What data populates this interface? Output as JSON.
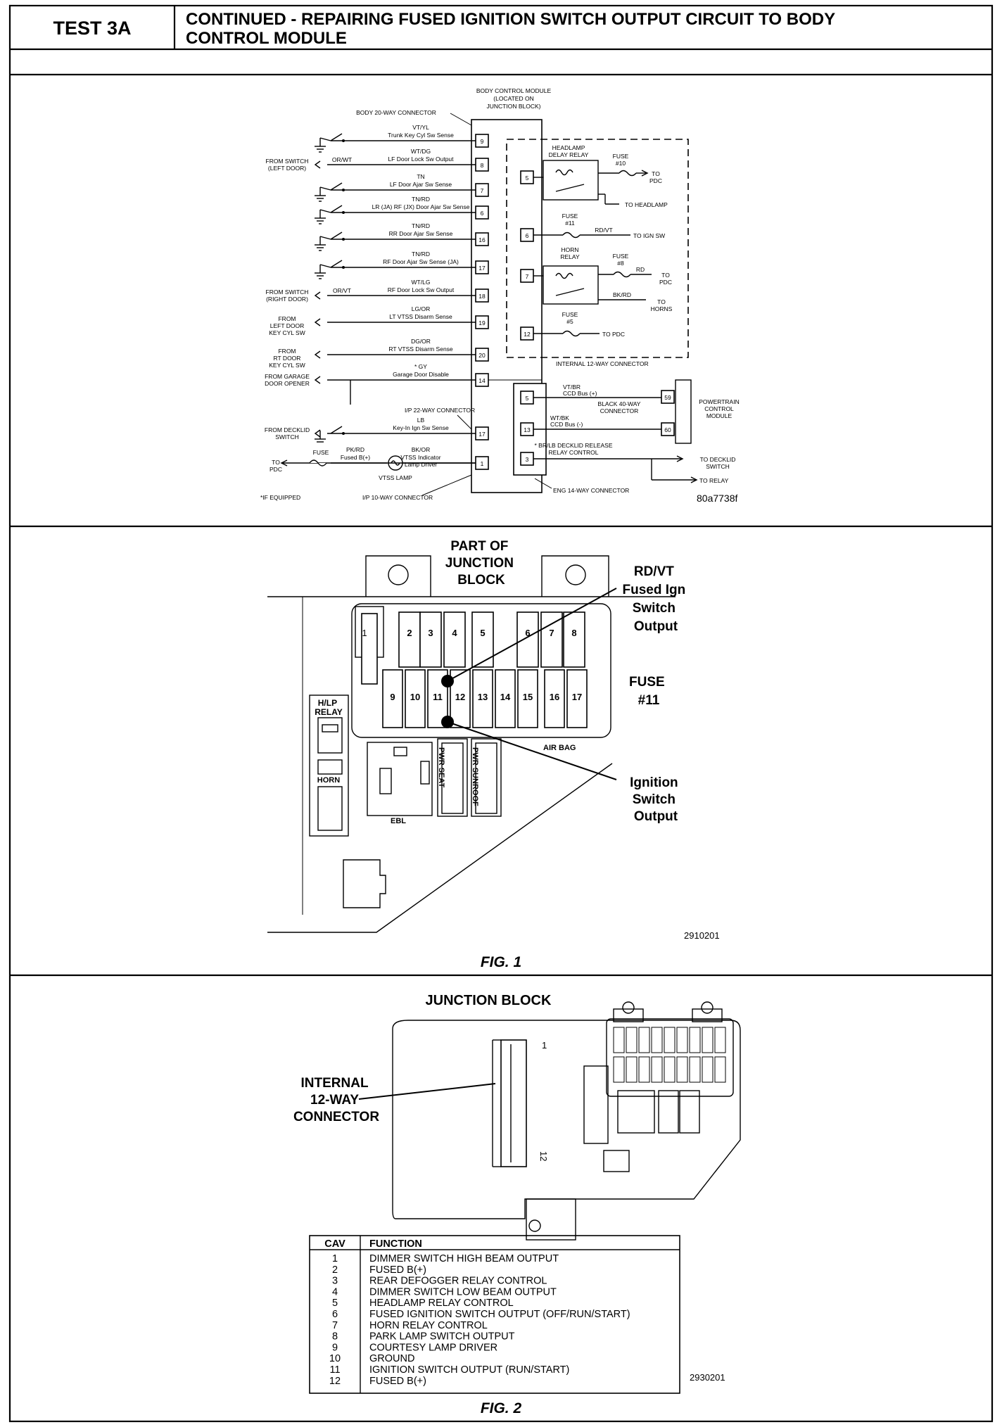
{
  "header": {
    "test_id": "TEST 3A",
    "title_line1": "CONTINUED - REPAIRING FUSED IGNITION SWITCH OUTPUT CIRCUIT TO BODY",
    "title_line2": "CONTROL MODULE"
  },
  "schematic": {
    "bcm_title": [
      "BODY CONTROL MODULE",
      "(LOCATED ON",
      "JUNCTION BLOCK)"
    ],
    "body_connector": "BODY 20-WAY CONNECTOR",
    "ip22_connector": "I/P 22-WAY CONNECTOR",
    "ip10_connector": "I/P 10-WAY CONNECTOR",
    "internal12_connector": "INTERNAL 12-WAY CONNECTOR",
    "eng14_connector": "ENG 14-WAY CONNECTOR",
    "if_equipped": "*IF EQUIPPED",
    "figure_code": "80a7738f",
    "circuits": [
      {
        "pin": "9",
        "wire": "VT/YL",
        "desc": "Trunk Key Cyl Sw Sense",
        "source": ""
      },
      {
        "pin": "8",
        "wire": "WT/DG",
        "desc": "LF Door Lock Sw Output",
        "source": "FROM SWITCH\n(LEFT DOOR)",
        "src_wire": "OR/WT"
      },
      {
        "pin": "7",
        "wire": "TN",
        "desc": "LF Door Ajar Sw Sense",
        "source": ""
      },
      {
        "pin": "6",
        "wire": "TN/RD",
        "desc": "LR (JA) RF (JX) Door Ajar Sw Sense",
        "source": ""
      },
      {
        "pin": "16",
        "wire": "TN/RD",
        "desc": "RR Door Ajar Sw Sense",
        "source": ""
      },
      {
        "pin": "17",
        "wire": "TN/RD",
        "desc": "RF Door Ajar Sw Sense (JA)",
        "source": ""
      },
      {
        "pin": "18",
        "wire": "WT/LG",
        "desc": "RF Door Lock Sw Output",
        "source": "FROM SWITCH\n(RIGHT DOOR)",
        "src_wire": "OR/VT"
      },
      {
        "pin": "19",
        "wire": "LG/OR",
        "desc": "LT VTSS Disarm Sense",
        "source": "FROM\nLEFT DOOR\nKEY CYL SW"
      },
      {
        "pin": "20",
        "wire": "DG/OR",
        "desc": "RT VTSS Disarm Sense",
        "source": "FROM\nRT DOOR\nKEY CYL SW"
      },
      {
        "pin": "14",
        "wire": "* GY",
        "desc": "Garage Door Disable",
        "source": "FROM GARAGE\nDOOR OPENER"
      },
      {
        "pin": "17",
        "wire": "LB",
        "desc": "Key-In Ign Sw Sense",
        "source": "FROM DECKLID\nSWITCH"
      },
      {
        "pin": "1",
        "wire": "BK/OR",
        "desc": "VTSS Indicator\nLamp Driver",
        "source": ""
      }
    ],
    "fused_b": {
      "wire": "PK/RD",
      "desc": "Fused B(+)",
      "fuse": "FUSE",
      "to": "TO\nPDC",
      "lamp": "VTSS LAMP"
    },
    "internal": {
      "headlamp_relay": "HEADLAMP\nDELAY RELAY",
      "fuse10": "FUSE\n#10",
      "to_pdc": "TO\nPDC",
      "to_headlamp": "TO HEADLAMP",
      "fuse11": "FUSE\n#11",
      "rdvt": "RD/VT",
      "to_ign_sw": "TO IGN SW",
      "horn_relay": "HORN\nRELAY",
      "fuse8": "FUSE\n#8",
      "rd": "RD",
      "bkrd": "BK/RD",
      "to_horns": "TO\nHORNS",
      "fuse5": "FUSE\n#5",
      "to_pdc2": "TO PDC",
      "pins": [
        "5",
        "6",
        "7",
        "12"
      ]
    },
    "eng": {
      "vtbr": "VT/BR",
      "ccd_plus": "CCD Bus (+)",
      "wtbk": "WT/BK",
      "ccd_minus": "CCD Bus (-)",
      "black40": "BLACK 40-WAY\nCONNECTOR",
      "pcm": "POWERTRAIN\nCONTROL\nMODULE",
      "pcm_pins": [
        "59",
        "60"
      ],
      "decklid": "* BR/LB DECKLID RELEASE\nRELAY CONTROL",
      "to_decklid": "TO DECKLID\nSWITCH",
      "to_relay": "TO RELAY",
      "pins": [
        "5",
        "13",
        "3"
      ]
    }
  },
  "fig1": {
    "caption": "FIG. 1",
    "code": "2910201",
    "part_of": "PART OF\nJUNCTION\nBLOCK",
    "rdvt_label": "RD/VT\nFused Ign\nSwitch\nOutput",
    "fuse11_label": "FUSE\n#11",
    "ign_label": "Ignition\nSwitch\nOutput",
    "hlp_relay": "H/LP\nRELAY",
    "horn": "HORN",
    "ebl": "EBL",
    "pwr_seat": "PWR SEAT",
    "pwr_sunroof": "PWR SUNROOF",
    "air_bag": "AIR BAG",
    "top_fuses": [
      "1",
      "2",
      "3",
      "4",
      "5",
      "6",
      "7",
      "8"
    ],
    "bottom_fuses": [
      "9",
      "10",
      "11",
      "12",
      "13",
      "14",
      "15",
      "16",
      "17"
    ]
  },
  "fig2": {
    "caption": "FIG. 2",
    "code": "2930201",
    "title": "JUNCTION BLOCK",
    "connector_label": "INTERNAL\n12-WAY\nCONNECTOR",
    "pin_top": "1",
    "pin_bottom": "12",
    "table": {
      "headers": [
        "CAV",
        "FUNCTION"
      ],
      "rows": [
        [
          "1",
          "DIMMER SWITCH HIGH BEAM OUTPUT"
        ],
        [
          "2",
          "FUSED B(+)"
        ],
        [
          "3",
          "REAR DEFOGGER RELAY CONTROL"
        ],
        [
          "4",
          "DIMMER SWITCH LOW BEAM OUTPUT"
        ],
        [
          "5",
          "HEADLAMP RELAY CONTROL"
        ],
        [
          "6",
          "FUSED IGNITION SWITCH OUTPUT (OFF/RUN/START)"
        ],
        [
          "7",
          "HORN RELAY CONTROL"
        ],
        [
          "8",
          "PARK LAMP SWITCH OUTPUT"
        ],
        [
          "9",
          "COURTESY LAMP DRIVER"
        ],
        [
          "10",
          "GROUND"
        ],
        [
          "11",
          "IGNITION SWITCH OUTPUT (RUN/START)"
        ],
        [
          "12",
          "FUSED B(+)"
        ]
      ]
    }
  }
}
